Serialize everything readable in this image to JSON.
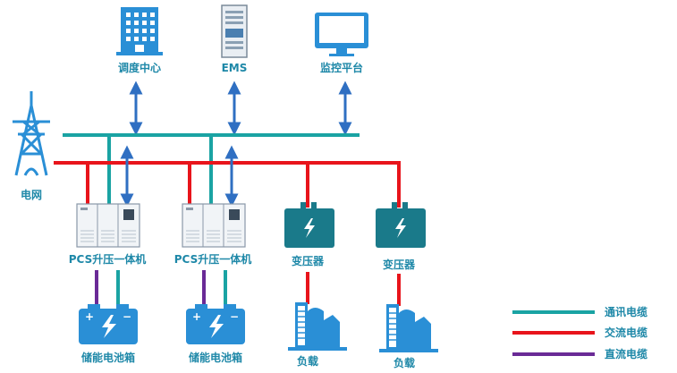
{
  "nodes": {
    "dispatch_center": "调度中心",
    "ems": "EMS",
    "monitoring_platform": "监控平台",
    "grid": "电网",
    "pcs_1": "PCS升压一体机",
    "pcs_2": "PCS升压一体机",
    "transformer_1": "变压器",
    "transformer_2": "变压器",
    "battery_1": "储能电池箱",
    "battery_2": "储能电池箱",
    "load_1": "负载",
    "load_2": "负载"
  },
  "legend": [
    {
      "label": "通讯电缆",
      "color": "#1aa3a3"
    },
    {
      "label": "交流电缆",
      "color": "#e8141b"
    },
    {
      "label": "直流电缆",
      "color": "#6a2a96"
    }
  ],
  "colors": {
    "comm": "#1aa3a3",
    "ac": "#e8141b",
    "dc": "#6a2a96",
    "arrow": "#2f6fc2",
    "equipment": "#1a7a8a",
    "icon_blue": "#2a8fd6"
  }
}
